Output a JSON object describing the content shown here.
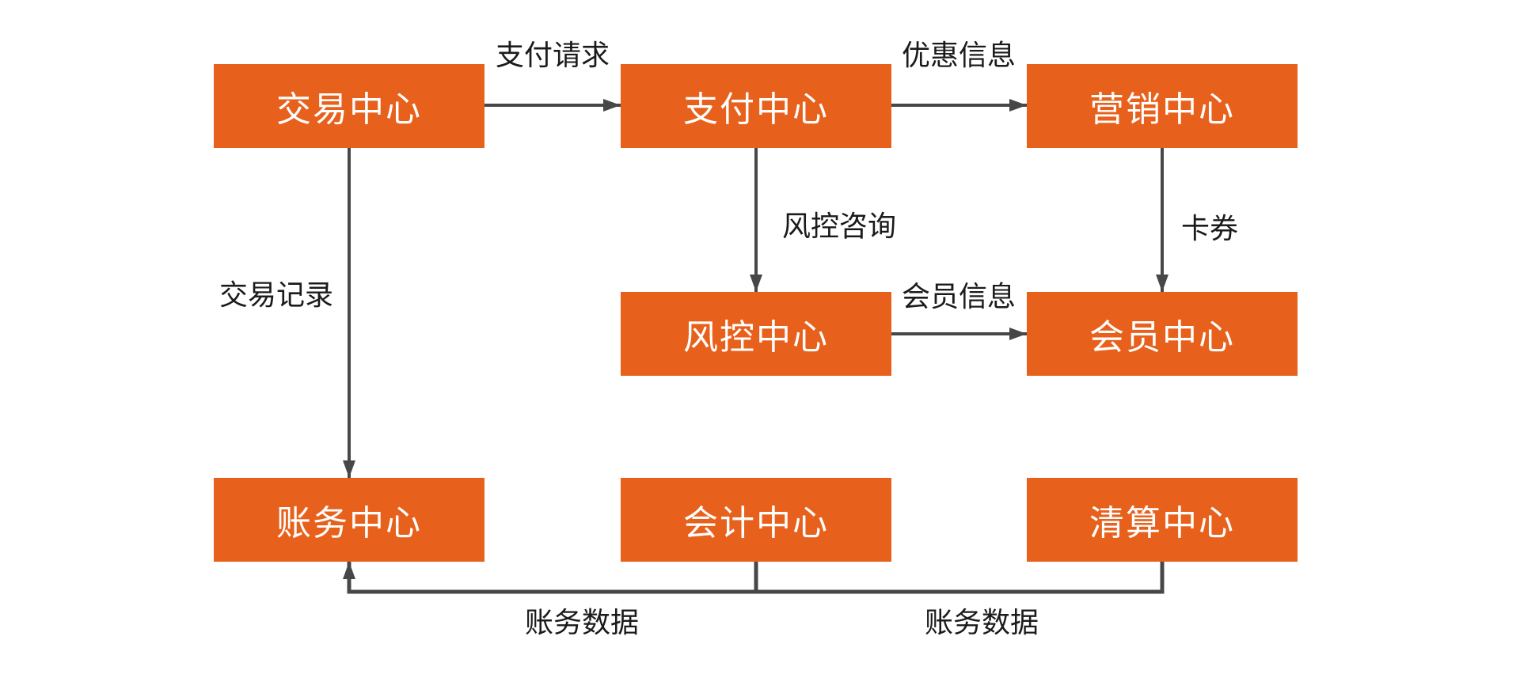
{
  "diagram": {
    "nodes": [
      {
        "id": "trading",
        "label": "交易中心"
      },
      {
        "id": "payment",
        "label": "支付中心"
      },
      {
        "id": "marketing",
        "label": "营销中心"
      },
      {
        "id": "risk",
        "label": "风控中心"
      },
      {
        "id": "member",
        "label": "会员中心"
      },
      {
        "id": "account",
        "label": "账务中心"
      },
      {
        "id": "accounting",
        "label": "会计中心"
      },
      {
        "id": "clearing",
        "label": "清算中心"
      }
    ],
    "edges": [
      {
        "from": "交易中心",
        "to": "支付中心",
        "label": "支付请求",
        "direction": "right"
      },
      {
        "from": "支付中心",
        "to": "营销中心",
        "label": "优惠信息",
        "direction": "right"
      },
      {
        "from": "支付中心",
        "to": "风控中心",
        "label": "风控咨询",
        "direction": "down"
      },
      {
        "from": "营销中心",
        "to": "会员中心",
        "label": "卡券",
        "direction": "down"
      },
      {
        "from": "风控中心",
        "to": "会员中心",
        "label": "会员信息",
        "direction": "right"
      },
      {
        "from": "交易中心",
        "to": "账务中心",
        "label": "交易记录",
        "direction": "down"
      },
      {
        "from": "会计中心",
        "to": "账务中心",
        "label": "账务数据",
        "direction": "elbow-bottom"
      },
      {
        "from": "清算中心",
        "to": "账务中心",
        "label": "账务数据",
        "direction": "elbow-bottom"
      }
    ],
    "colors": {
      "node_fill": "#E8611C",
      "node_text": "#FFFFFF",
      "edge_line": "#474747",
      "edge_label_text": "#1B1B1B",
      "background": "#FFFFFF"
    }
  }
}
